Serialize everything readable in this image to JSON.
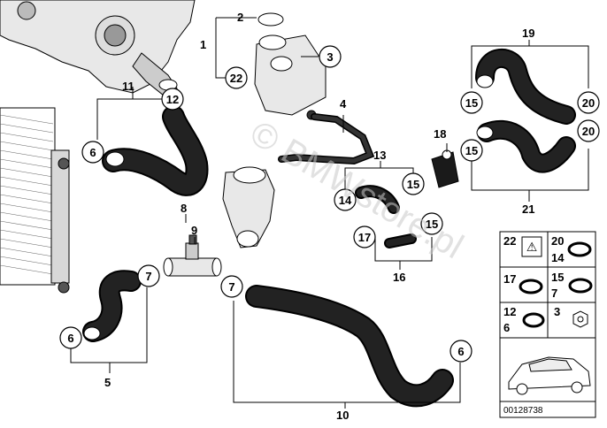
{
  "watermark": "© BMWstore.pl",
  "reference_code": "00128738",
  "part_labels": {
    "p1": "1",
    "p2": "2",
    "p3": "3",
    "p4": "4",
    "p5": "5",
    "p8": "8",
    "p9": "9",
    "p10": "10",
    "p11": "11",
    "p13": "13",
    "p16": "16",
    "p18": "18",
    "p19": "19",
    "p21": "21"
  },
  "callouts": {
    "c22": "22",
    "c3": "3",
    "c12": "12",
    "c6a": "6",
    "c7a": "7",
    "c6b": "6",
    "c7b": "7",
    "c6c": "6",
    "c14": "14",
    "c15a": "15",
    "c15b": "15",
    "c17": "17",
    "c15c": "15",
    "c15d": "15",
    "c20a": "20",
    "c20b": "20"
  },
  "legend": {
    "r1a": "22",
    "r1b": "20",
    "r1c": "14",
    "r2a": "17",
    "r2b": "15",
    "r2c": "7",
    "r3a": "12",
    "r3b": "6",
    "r3c": "3"
  }
}
